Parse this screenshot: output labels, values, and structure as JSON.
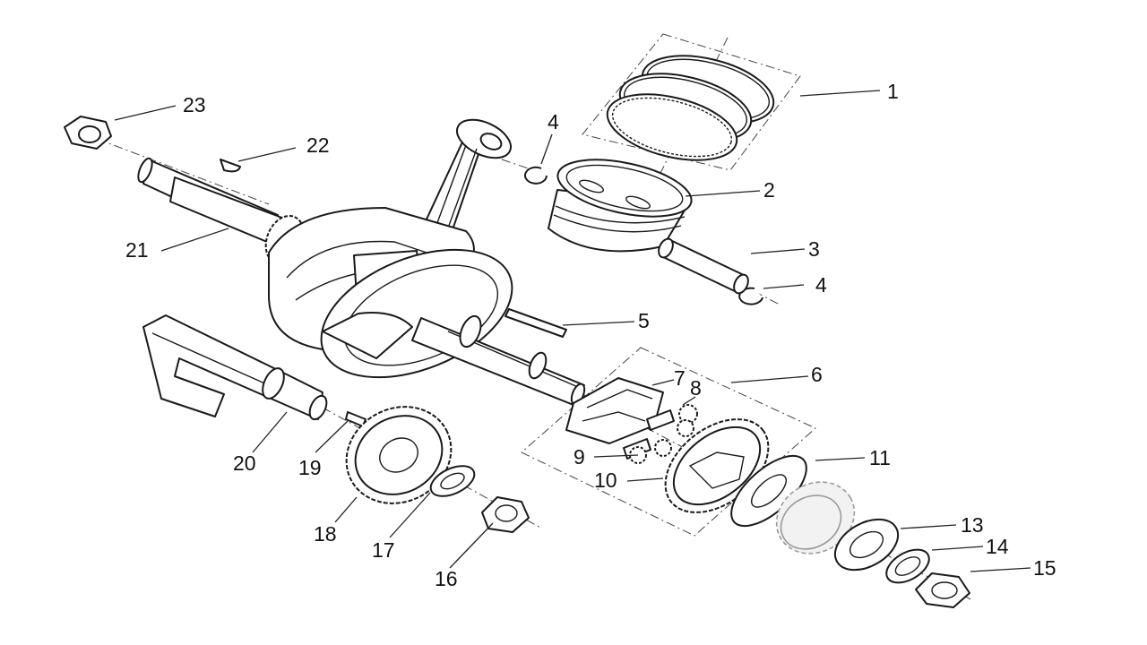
{
  "callouts": [
    {
      "label": "1"
    },
    {
      "label": "2"
    },
    {
      "label": "3"
    },
    {
      "label": "4"
    },
    {
      "label": "4"
    },
    {
      "label": "5"
    },
    {
      "label": "6"
    },
    {
      "label": "7"
    },
    {
      "label": "8"
    },
    {
      "label": "9"
    },
    {
      "label": "10"
    },
    {
      "label": "11"
    },
    {
      "label": "13"
    },
    {
      "label": "14"
    },
    {
      "label": "15"
    },
    {
      "label": "16"
    },
    {
      "label": "17"
    },
    {
      "label": "18"
    },
    {
      "label": "19"
    },
    {
      "label": "20"
    },
    {
      "label": "21"
    },
    {
      "label": "22"
    },
    {
      "label": "23"
    }
  ],
  "colors": {
    "line": "#1a1a1a",
    "background": "#ffffff",
    "faded_part": "#9a9a9a"
  }
}
